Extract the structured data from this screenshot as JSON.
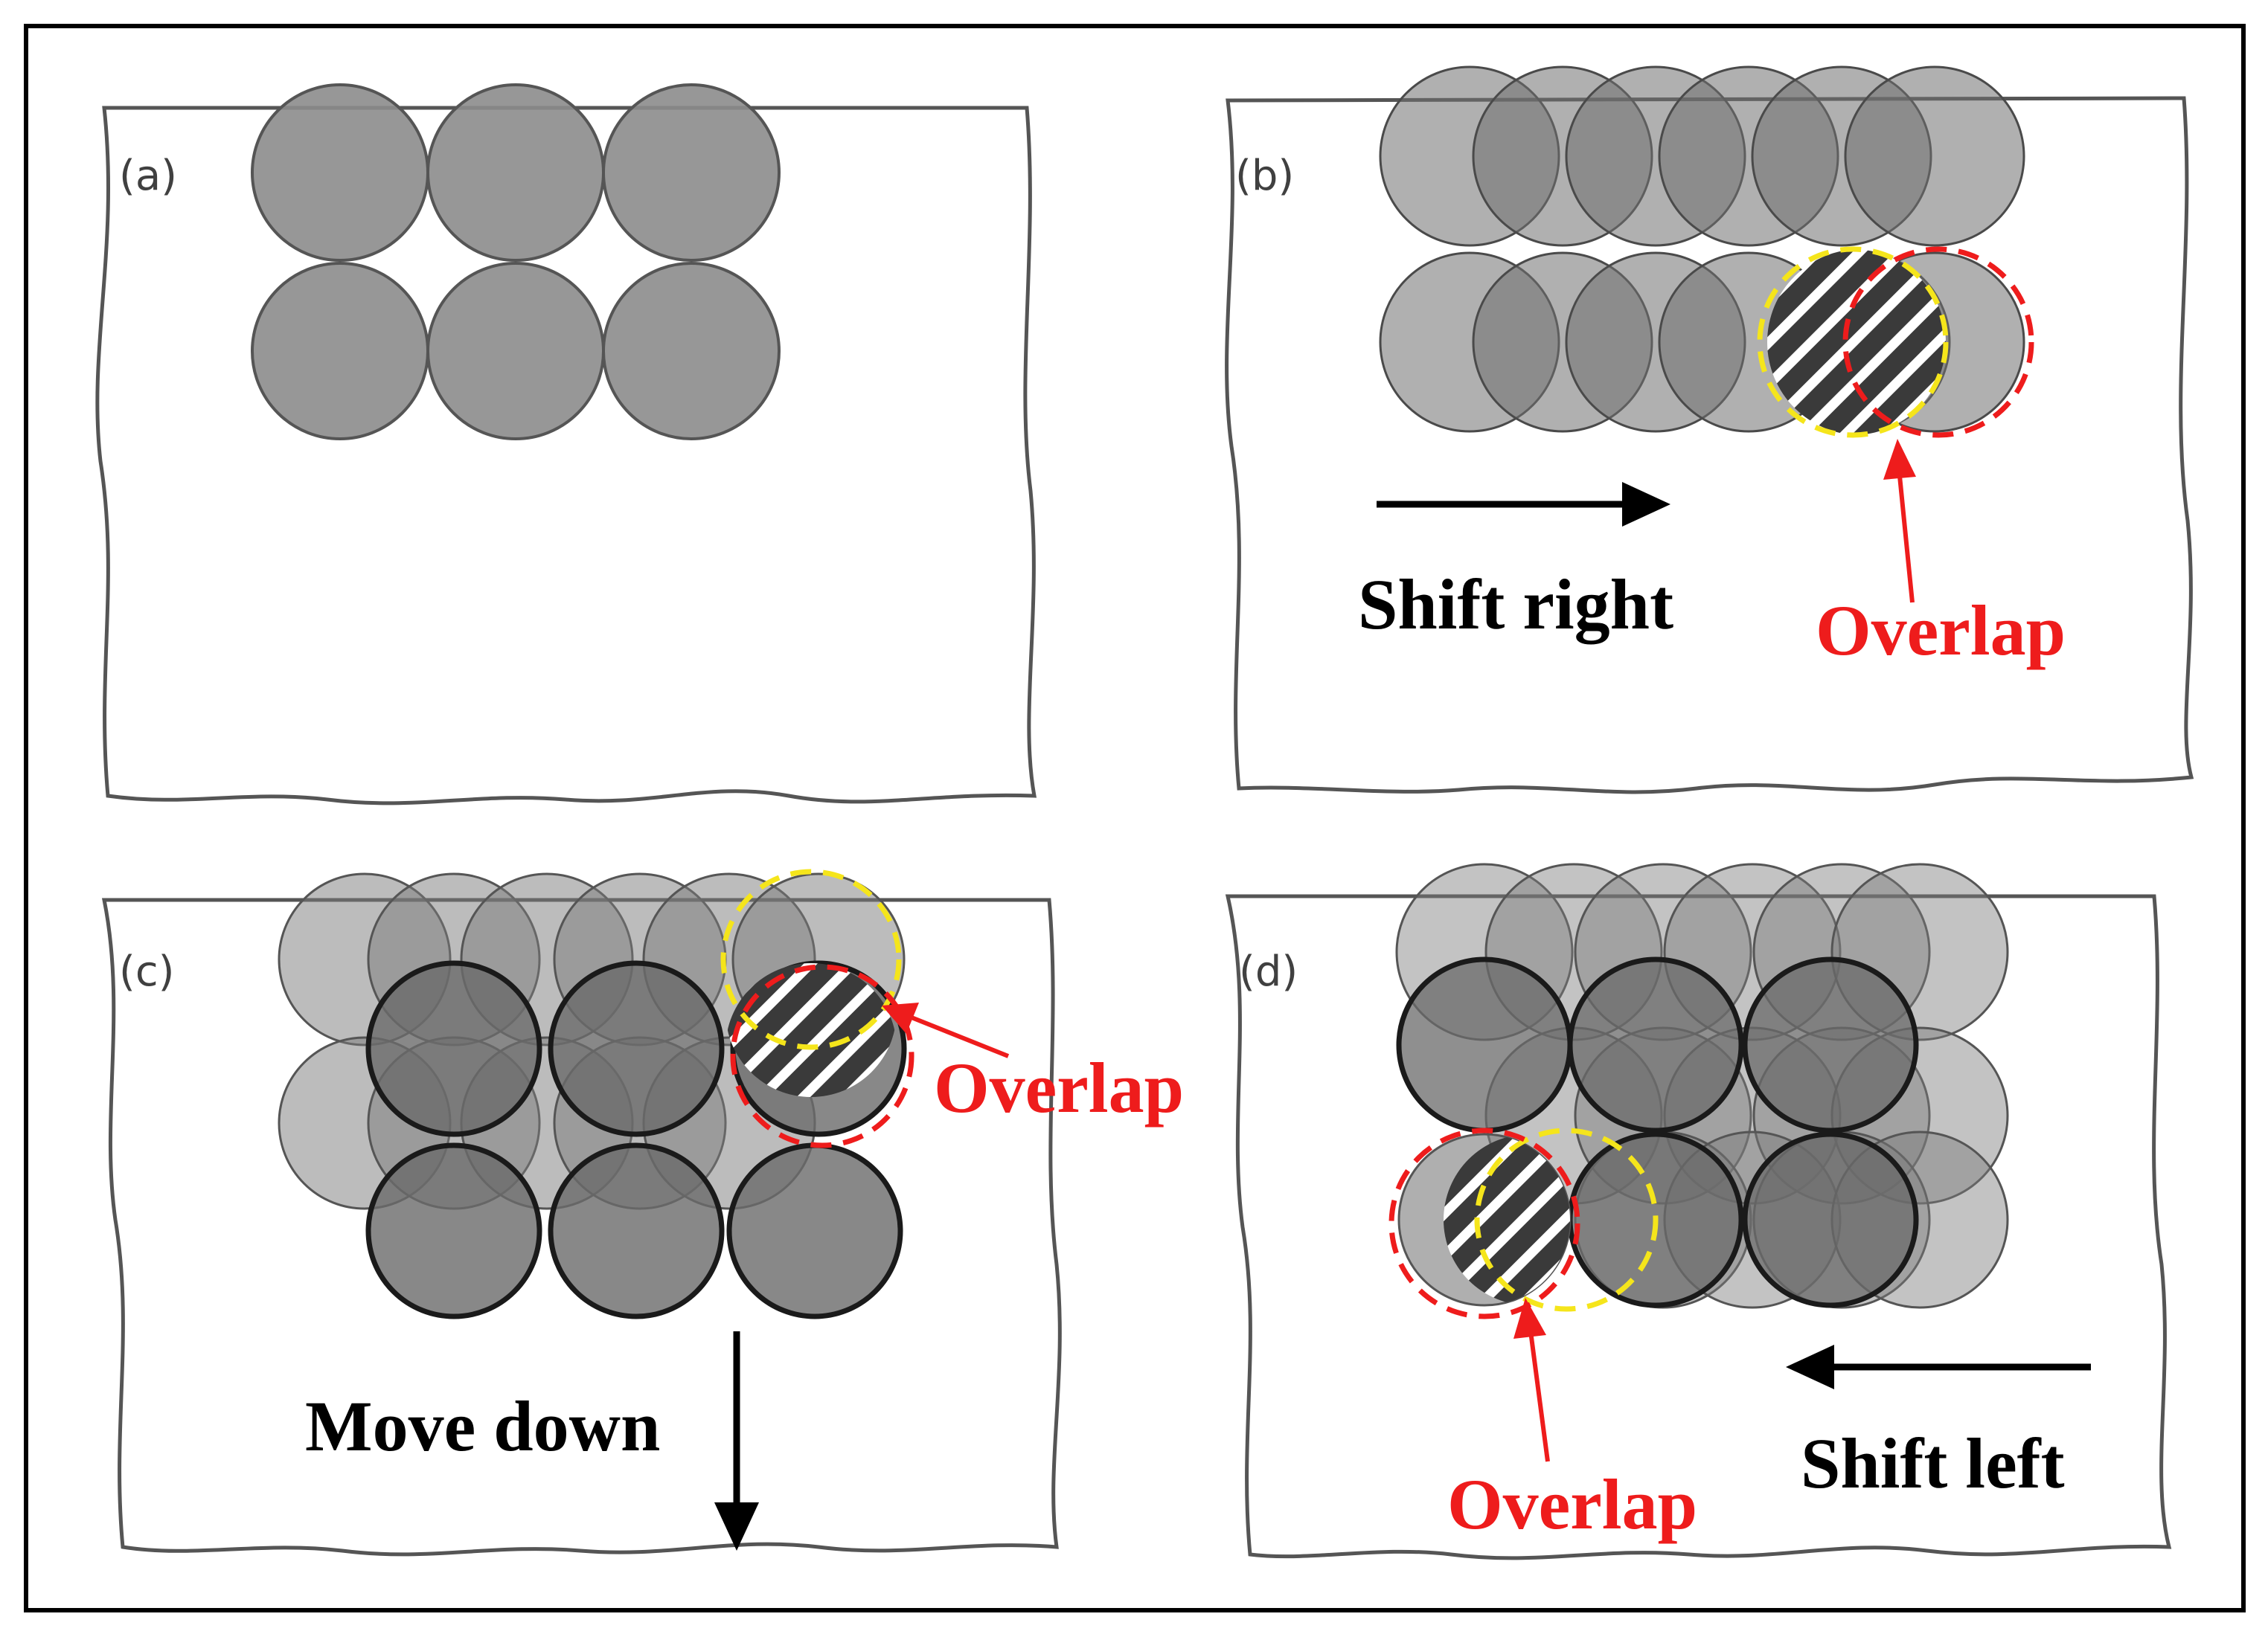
{
  "panels": {
    "a": {
      "label": "(a)"
    },
    "b": {
      "label": "(b)",
      "direction": "Shift right",
      "overlap": "Overlap"
    },
    "c": {
      "label": "(c)",
      "direction": "Move down",
      "overlap": "Overlap"
    },
    "d": {
      "label": "(d)",
      "direction": "Shift left",
      "overlap": "Overlap"
    }
  },
  "colors": {
    "frame": "#000000",
    "sheet_edge": "#555555",
    "spot_fill": "#808080",
    "direction_text": "#000000",
    "direction_arrow": "#000000",
    "overlap_text": "#ee1c1c",
    "overlap_arrow": "#ee1c1c",
    "previous_spot_outline": "#f5e51b",
    "next_spot_outline": "#ee1c1c"
  },
  "icons": [
    "direction-arrow",
    "overlap-pointer-arrow",
    "hatched-overlap-region"
  ]
}
